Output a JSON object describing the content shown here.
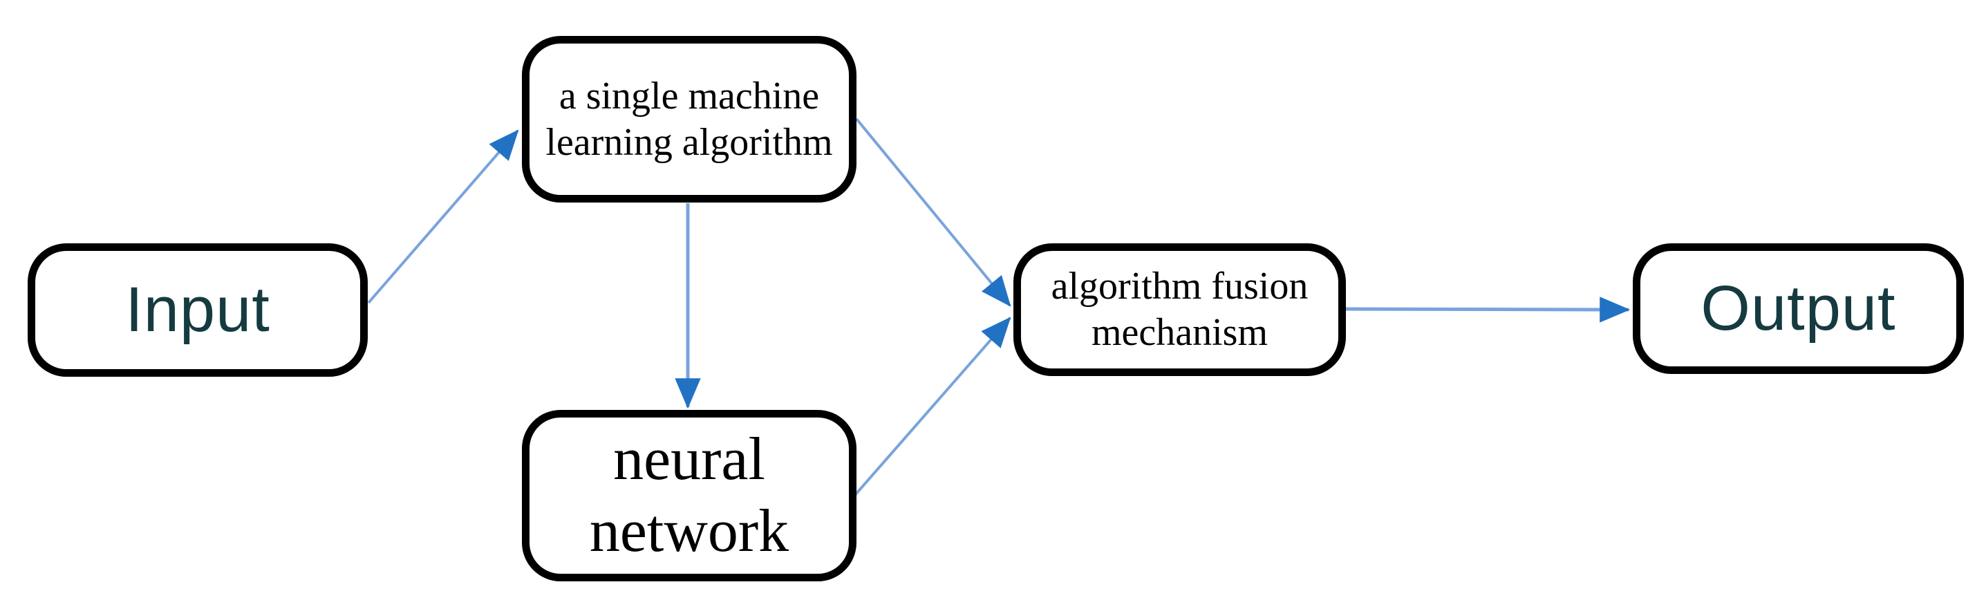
{
  "diagram": {
    "nodes": [
      {
        "id": "input",
        "label": "Input",
        "role": "input-endpoint"
      },
      {
        "id": "ml",
        "label": "a single machine\nlearning algorithm",
        "role": "process"
      },
      {
        "id": "neural",
        "label": "neural\nnetwork",
        "role": "process"
      },
      {
        "id": "fusion",
        "label": "algorithm fusion\nmechanism",
        "role": "process"
      },
      {
        "id": "output",
        "label": "Output",
        "role": "output-endpoint"
      }
    ],
    "edges": [
      {
        "from": "Input",
        "to": "a single machine learning algorithm"
      },
      {
        "from": "a single machine learning algorithm",
        "to": "neural network"
      },
      {
        "from": "a single machine learning algorithm",
        "to": "algorithm fusion mechanism"
      },
      {
        "from": "neural network",
        "to": "algorithm fusion mechanism"
      },
      {
        "from": "algorithm fusion mechanism",
        "to": "Output"
      }
    ],
    "colors": {
      "background": "#FFFFFF",
      "box_border": "#000000",
      "endpoint_text": "#153B40",
      "process_text": "#000000",
      "connector_line": "#7AA3DC",
      "arrowhead": "#2272C4"
    }
  }
}
